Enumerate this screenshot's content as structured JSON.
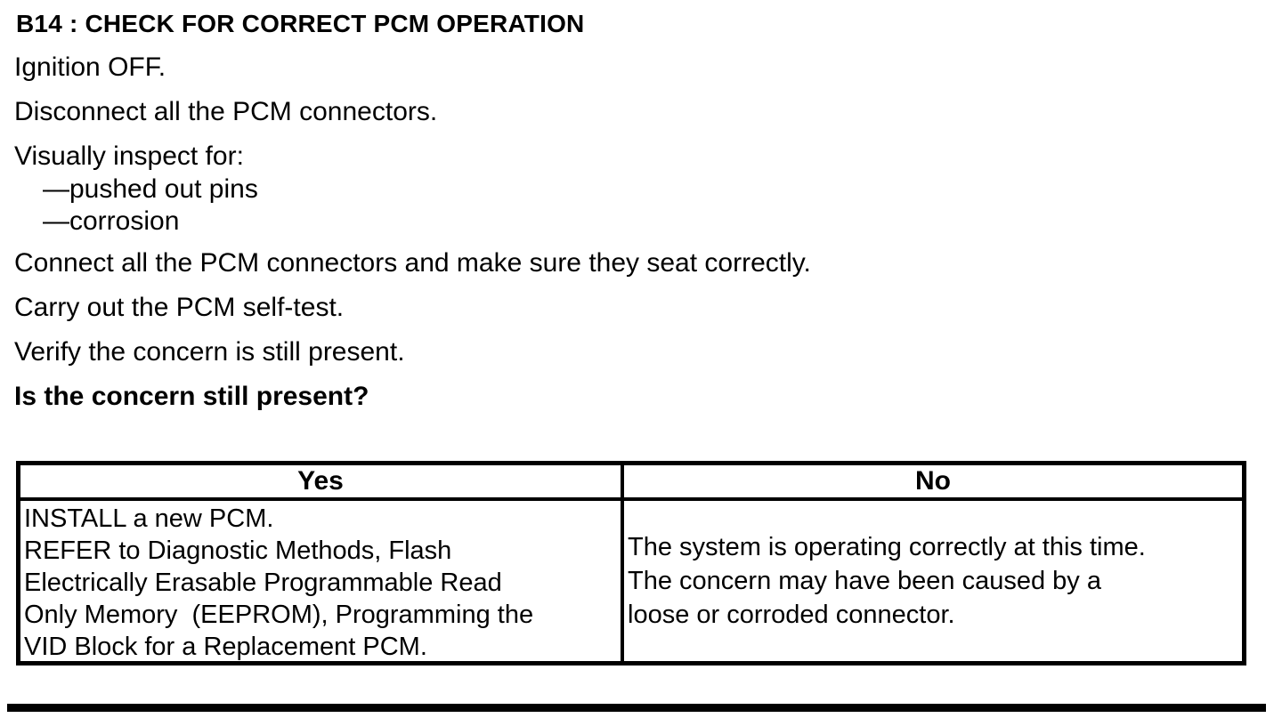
{
  "page": {
    "title": "B14 : CHECK FOR CORRECT PCM OPERATION",
    "procedure": {
      "step_1": "Ignition OFF.",
      "step_2": "Disconnect all the PCM connectors.",
      "step_3": "Visually inspect for:",
      "inspect_items": [
        "—pushed out pins",
        "—corrosion"
      ],
      "step_4": "Connect all the PCM connectors and make sure they seat correctly.",
      "step_5": "Carry out the PCM self-test.",
      "step_6": "Verify the concern is still present.",
      "question": "Is the concern still present?"
    },
    "decision_table": {
      "yes_header": "Yes",
      "no_header": "No",
      "yes_lines": [
        "INSTALL a new PCM.",
        "REFER to Diagnostic Methods, Flash",
        "Electrically Erasable Programmable Read",
        "Only Memory  (EEPROM), Programming the",
        "VID Block for a Replacement PCM."
      ],
      "no_lines": [
        "The system is operating correctly at this time.",
        "The concern may have been caused by a",
        "loose or corroded connector."
      ]
    },
    "colors": {
      "ink": "#000000",
      "paper": "#ffffff"
    }
  }
}
